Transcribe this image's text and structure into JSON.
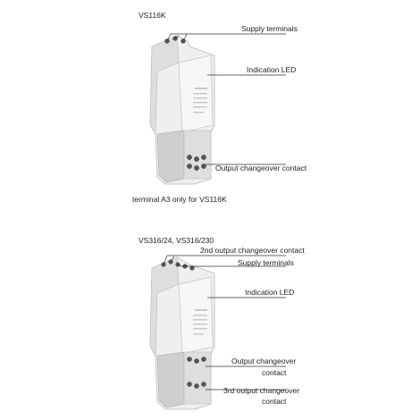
{
  "top_diagram": {
    "title": "VS116K",
    "labels": {
      "supply_terminals": "Supply terminals",
      "indication_led": "Indication LED",
      "output_contact": "Output changeover contact"
    },
    "footnote": "terminal A3 only for  VS116K"
  },
  "bottom_diagram": {
    "title": "VS316/24, VS316/230",
    "labels": {
      "second_output": "2nd output changeover contact",
      "supply_terminals": "Supply terminals",
      "indication_led": "Indication LED",
      "output_line1": "Output changeover",
      "output_line2": "contact",
      "third_line1": "3rd output changeover",
      "third_line2": "contact"
    }
  }
}
